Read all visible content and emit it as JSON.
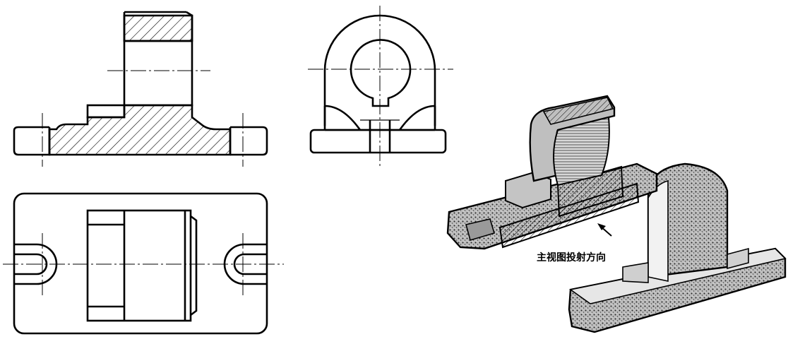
{
  "annotation": {
    "caption": "主视图投射方向"
  },
  "colors": {
    "ink": "#000000",
    "paper": "#ffffff"
  },
  "views": [
    "front-section-view",
    "left-side-view",
    "top-view",
    "pictorial-half-section"
  ]
}
